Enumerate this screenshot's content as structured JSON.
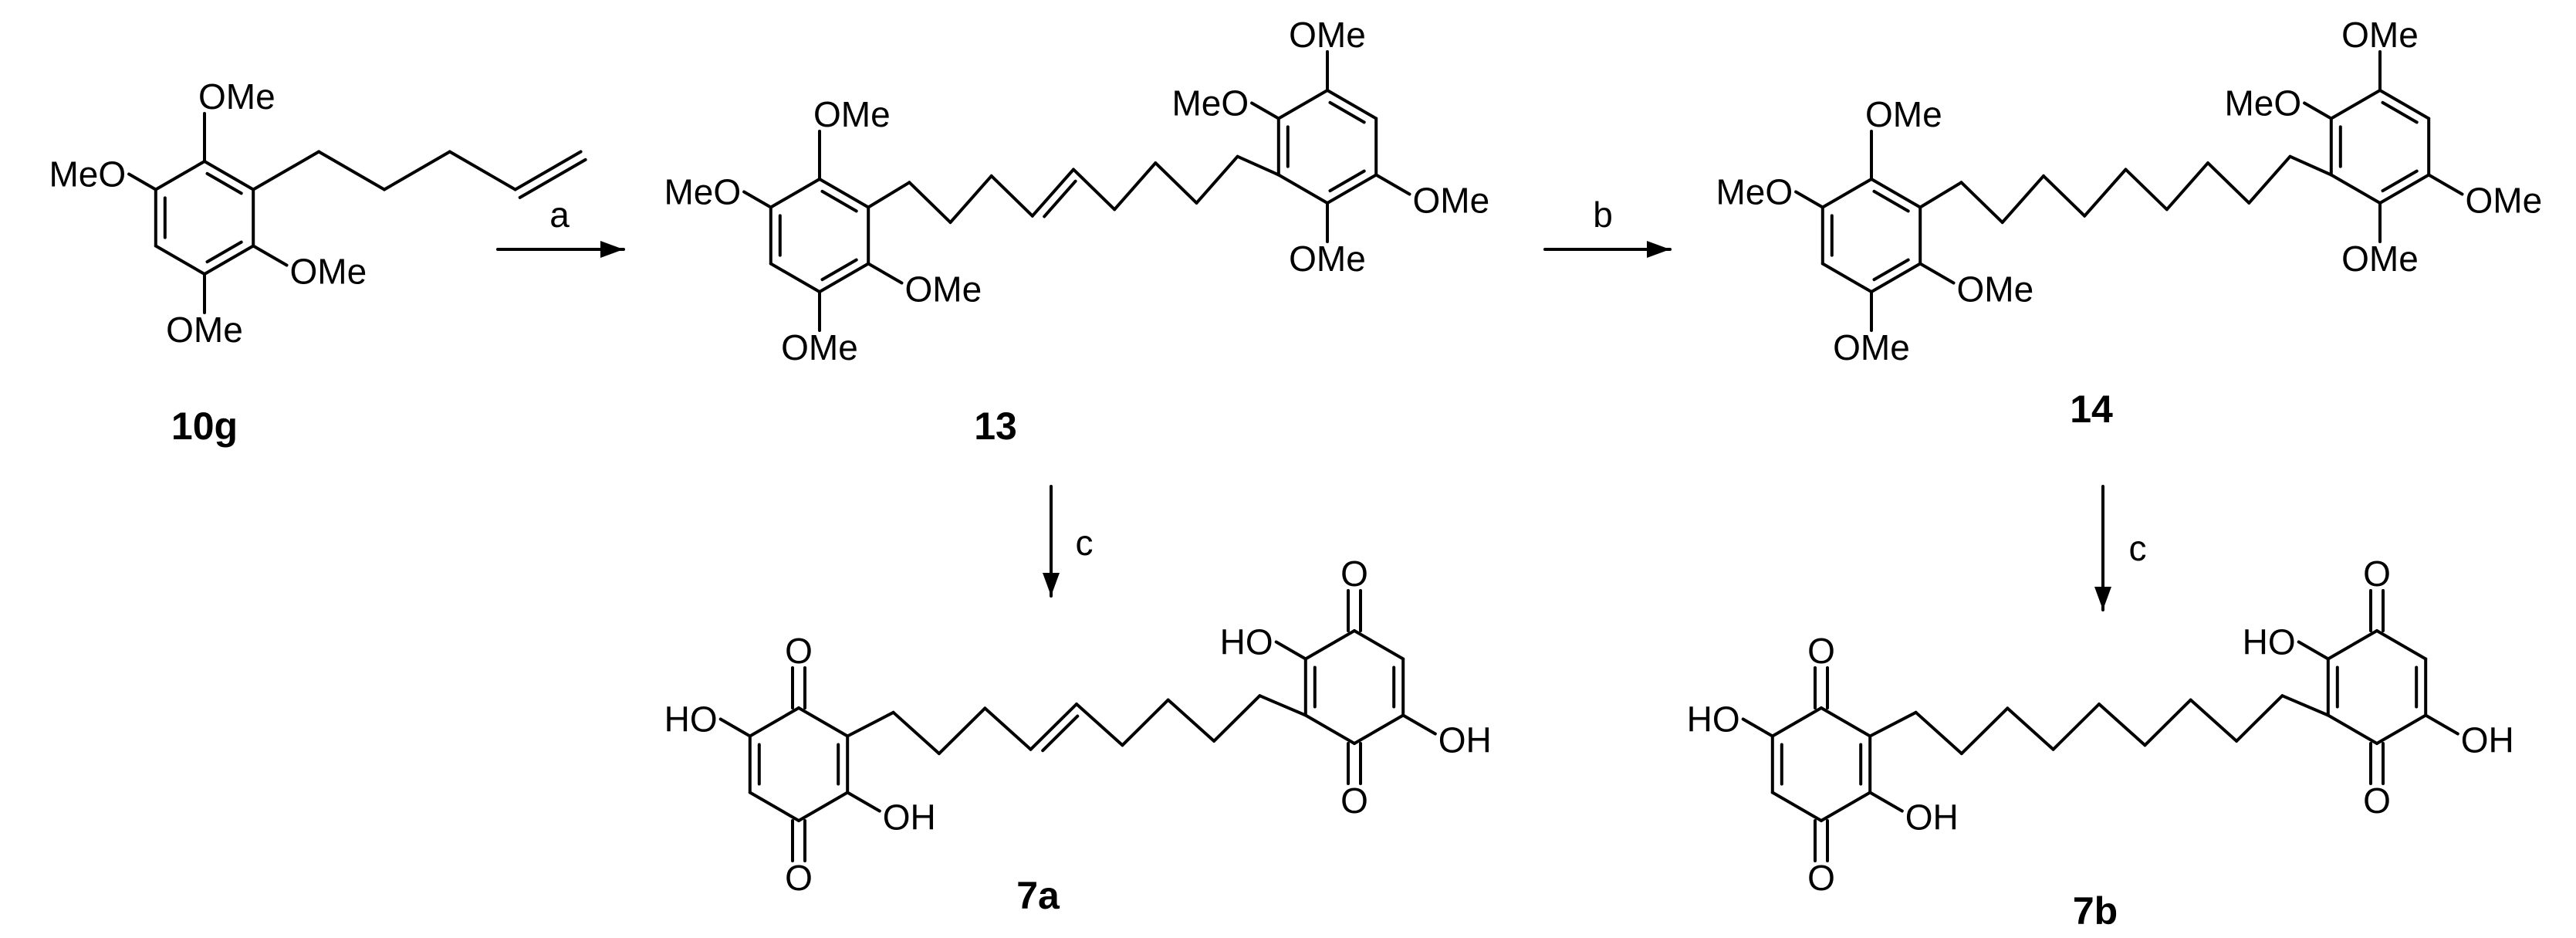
{
  "compounds": [
    {
      "id": "10g",
      "label": "10g",
      "substituents": [
        "MeO",
        "OMe",
        "OMe",
        "OMe"
      ]
    },
    {
      "id": "13",
      "label": "13",
      "substituents": [
        "MeO",
        "OMe",
        "OMe",
        "OMe",
        "MeO",
        "OMe",
        "OMe",
        "OMe"
      ]
    },
    {
      "id": "14",
      "label": "14",
      "substituents": [
        "MeO",
        "OMe",
        "OMe",
        "OMe",
        "MeO",
        "OMe",
        "OMe",
        "OMe"
      ]
    },
    {
      "id": "7a",
      "label": "7a",
      "substituents": [
        "HO",
        "OH",
        "HO",
        "OH"
      ],
      "carbonyls": [
        "O",
        "O",
        "O",
        "O"
      ]
    },
    {
      "id": "7b",
      "label": "7b",
      "substituents": [
        "HO",
        "OH",
        "HO",
        "OH"
      ],
      "carbonyls": [
        "O",
        "O",
        "O",
        "O"
      ]
    }
  ],
  "reactions": [
    {
      "id": "a",
      "from": "10g",
      "to": "13",
      "condition": "a"
    },
    {
      "id": "b",
      "from": "13",
      "to": "14",
      "condition": "b"
    },
    {
      "id": "c1",
      "from": "13",
      "to": "7a",
      "condition": "c"
    },
    {
      "id": "c2",
      "from": "14",
      "to": "7b",
      "condition": "c"
    }
  ]
}
